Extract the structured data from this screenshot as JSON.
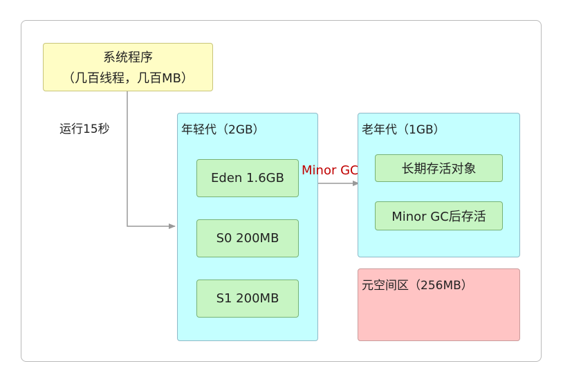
{
  "system": {
    "line1": "系统程序",
    "line2": "（几百线程，几百MB）"
  },
  "run_label": "运行15秒",
  "young_gen": {
    "title": "年轻代（2GB）",
    "eden": "Eden 1.6GB",
    "s0": "S0 200MB",
    "s1": "S1 200MB"
  },
  "minor_gc_label": "Minor GC",
  "old_gen": {
    "title": "老年代（1GB）",
    "item1": "长期存活对象",
    "item2": "Minor GC后存活"
  },
  "metaspace": {
    "title": "元空间区（256MB）"
  },
  "colors": {
    "yellow_fill": "#fffdc5",
    "cyan_fill": "#c4ffff",
    "green_fill": "#c7f5c3",
    "pink_fill": "#ffc4c4",
    "minor_gc_text": "#c00000",
    "arrow": "#999999"
  }
}
